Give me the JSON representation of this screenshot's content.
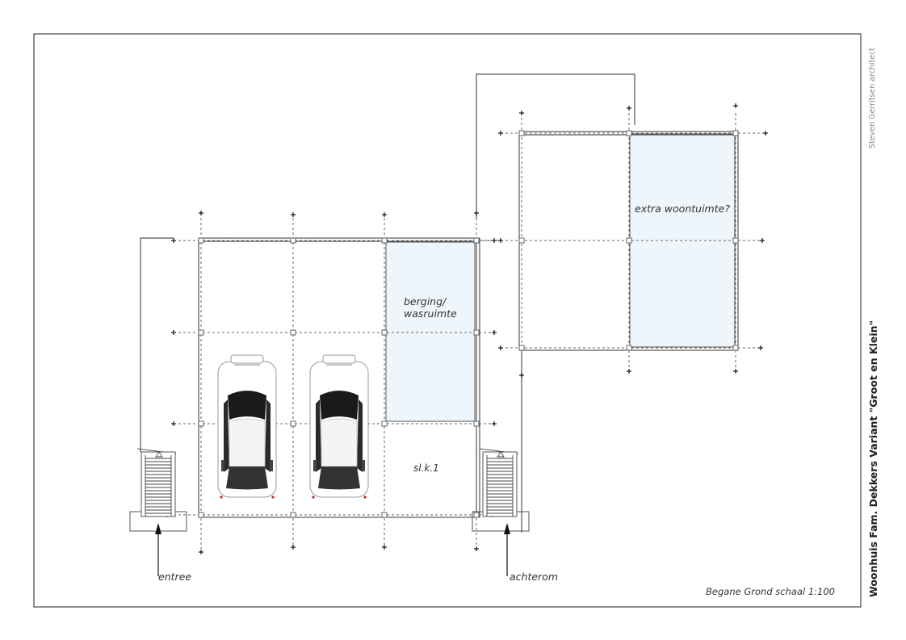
{
  "drawing": {
    "rooms": {
      "berging": "berging/",
      "wasruimte": "wasruimte",
      "extra": "extra woontuimte?",
      "slk": "sl.k.1"
    },
    "entrances": {
      "entree": "entree",
      "achterom": "achterom"
    },
    "scale_caption": "Begane Grond schaal 1:100"
  },
  "sidebar": {
    "architect": "Steven Gerritsen architect",
    "project_title": "Woonhuis Fam. Dekkers  Variant \"Groot en Klein\""
  },
  "colors": {
    "room_fill": "#eef6fc",
    "line": "#555555",
    "frame": "#444444"
  },
  "icons": [
    "car-icon",
    "stair-icon",
    "arrow-up-icon"
  ]
}
